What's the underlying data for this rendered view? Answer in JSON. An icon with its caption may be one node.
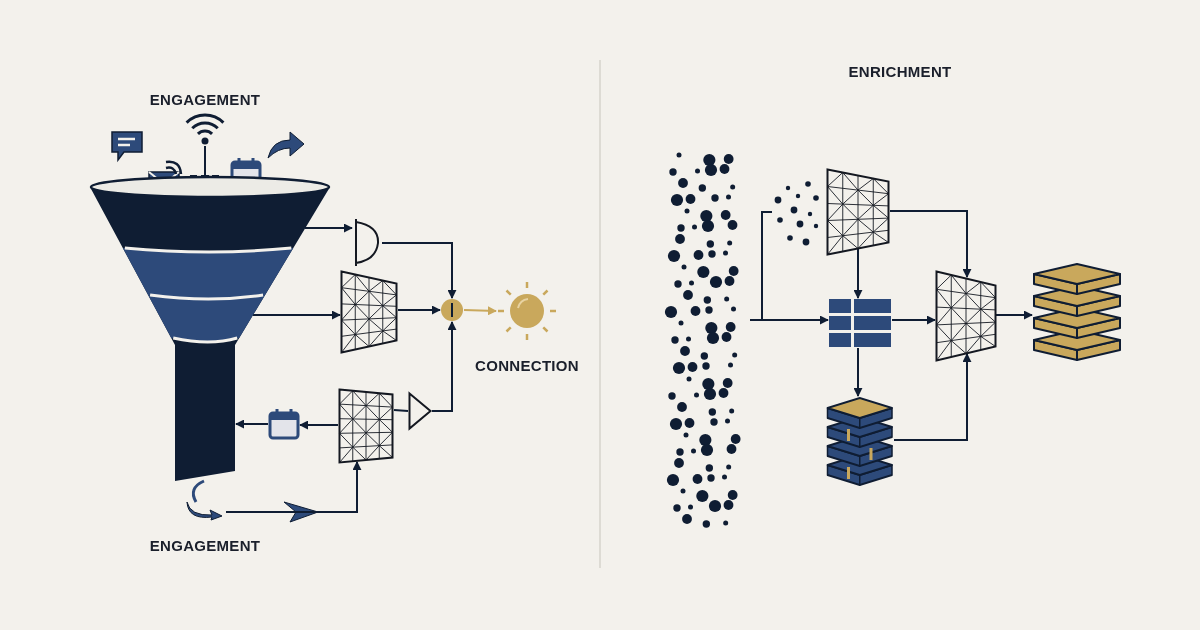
{
  "diagram": {
    "nodes": [
      {
        "text": [],
        "shape": "funnel"
      },
      {
        "text": [],
        "shape": "picture"
      },
      {
        "text": [],
        "shape": "semicircle"
      },
      {
        "text": [],
        "shape": "trapezoid"
      },
      {
        "text": [],
        "shape": "circle"
      },
      {
        "text": [],
        "shape": "picture",
        "beside": [
          "CONNECTION"
        ]
      },
      {
        "text": [],
        "shape": "trapezoid"
      },
      {
        "text": [],
        "shape": "triangle"
      },
      {
        "text": [],
        "shape": "picture"
      },
      {
        "text": [],
        "shape": "picture"
      },
      {
        "text": [],
        "shape": "picture"
      },
      {
        "text": [],
        "shape": "picture"
      },
      {
        "text": [],
        "shape": "trapezoid"
      },
      {
        "text": [],
        "shape": "picture"
      },
      {
        "text": [],
        "shape": "trapezoid"
      },
      {
        "text": [],
        "shape": "picture"
      },
      {
        "text": [],
        "shape": "picture"
      }
    ],
    "edges": [
      {
        "from": 1,
        "to": 0,
        "arrow": "to"
      },
      {
        "from": 0,
        "to": 2,
        "arrow": "to"
      },
      {
        "from": 0,
        "to": 3,
        "arrow": "to"
      },
      {
        "from": 2,
        "to": 4,
        "arrow": "to"
      },
      {
        "from": 3,
        "to": 4,
        "arrow": "to"
      },
      {
        "from": 4,
        "to": 5,
        "arrow": "to",
        "color": "#c9a85c"
      },
      {
        "from": 6,
        "to": 7,
        "arrow": "none"
      },
      {
        "from": 7,
        "to": 4,
        "arrow": "to"
      },
      {
        "from": 6,
        "to": 8,
        "arrow": "to"
      },
      {
        "from": 8,
        "to": 0,
        "arrow": "to"
      },
      {
        "from": 9,
        "to": 6,
        "arrow": "to"
      },
      {
        "from": 10,
        "to": 13,
        "arrow": "to"
      },
      {
        "from": 10,
        "to": 11,
        "arrow": "none"
      },
      {
        "from": 12,
        "to": 13,
        "arrow": "to"
      },
      {
        "from": 12,
        "to": 14,
        "arrow": "to"
      },
      {
        "from": 13,
        "to": 14,
        "arrow": "to"
      },
      {
        "from": 13,
        "to": 15,
        "arrow": "to"
      },
      {
        "from": 15,
        "to": 14,
        "arrow": "to"
      },
      {
        "from": 14,
        "to": 16,
        "arrow": "to"
      }
    ],
    "labels": [
      "ENGAGEMENT",
      "ENRICHMENT",
      "ENGAGEMENT"
    ]
  }
}
